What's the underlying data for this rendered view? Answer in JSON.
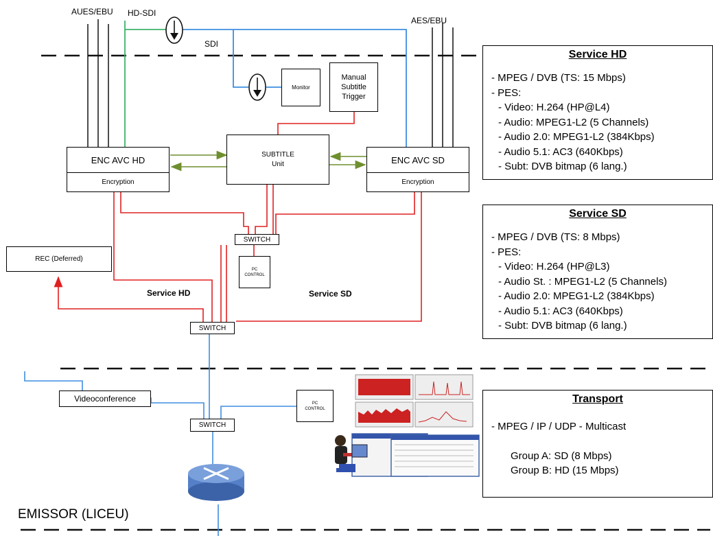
{
  "inputs": {
    "aues_ebu": "AUES/EBU",
    "hd_sdi": "HD-SDI",
    "sdi": "SDI",
    "aes_ebu": "AES/EBU"
  },
  "nodes": {
    "monitor": "Monitor",
    "manual_trigger": [
      "Manual",
      "Subtitle",
      "Trigger"
    ],
    "enc_hd": "ENC AVC HD",
    "enc_hd_encryption": "Encryption",
    "subtitle_unit": [
      "SUBTITLE",
      "Unit"
    ],
    "enc_sd": "ENC AVC SD",
    "enc_sd_encryption": "Encryption",
    "switch_top": "SWITCH",
    "pc_control_top": [
      "PC",
      "CONTROL"
    ],
    "rec_deferred": "REC (Deferred)",
    "switch_mid": "SWITCH",
    "videoconference": "Videoconference",
    "switch_bottom": "SWITCH",
    "pc_control_bottom": [
      "PC",
      "CONTROL"
    ]
  },
  "flow_labels": {
    "service_hd": "Service HD",
    "service_sd": "Service SD"
  },
  "footer": "EMISSOR (LICEU)",
  "service_hd_panel": {
    "title": "Service HD",
    "lines": [
      "- MPEG / DVB (TS: 15 Mbps)",
      "- PES:",
      "  - Video: H.264 (HP@L4)",
      "  - Audio: MPEG1-L2 (5 Channels)",
      "  - Audio 2.0: MPEG1-L2 (384Kbps)",
      "  - Audio 5.1: AC3 (640Kbps)",
      "  - Subt: DVB bitmap (6 lang.)"
    ]
  },
  "service_sd_panel": {
    "title": "Service SD",
    "lines": [
      "- MPEG / DVB (TS: 8 Mbps)",
      "- PES:",
      "  - Video: H.264 (HP@L3)",
      "  - Audio St. : MPEG1-L2 (5 Channels)",
      "  - Audio 2.0: MPEG1-L2 (384Kbps)",
      "  - Audio 5.1: AC3 (640Kbps)",
      "  - Subt: DVB bitmap (6 lang.)"
    ]
  },
  "transport_panel": {
    "title": "Transport",
    "lines": [
      "- MPEG / IP / UDP - Multicast",
      "",
      "     Group A:  SD (8 Mbps)",
      "     Group B: HD (15 Mbps)"
    ]
  },
  "colors": {
    "blue": "#3d8ee0",
    "green": "#3fb36a",
    "red": "#e02020",
    "olive": "#6f8f2f"
  }
}
